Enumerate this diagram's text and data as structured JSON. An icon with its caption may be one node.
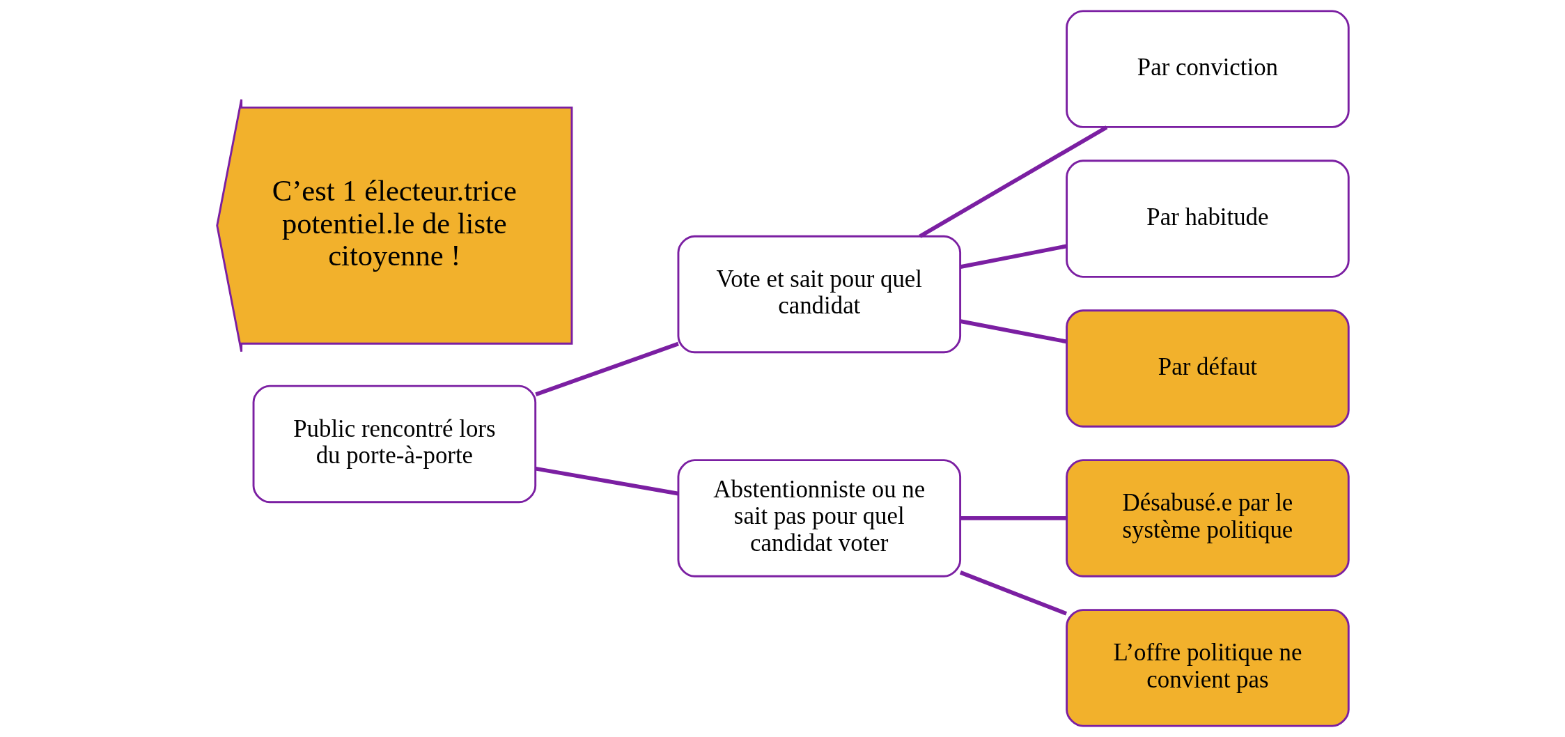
{
  "diagram": {
    "nodes": [
      {
        "text": [
          "Public rencontré lors du porte-à-porte"
        ]
      },
      {
        "text": [
          "Vote et sait pour quel candidat"
        ]
      },
      {
        "text": [
          "Abstentionniste ou ne sait pas pour quel candidat voter"
        ]
      },
      {
        "text": [
          "Par conviction"
        ]
      },
      {
        "text": [
          "Par habitude"
        ]
      },
      {
        "text": [
          "Par défaut"
        ]
      },
      {
        "text": [
          "Désabusé.e par le système politique"
        ]
      },
      {
        "text": [
          "L’offre politique ne convient pas"
        ]
      },
      {
        "text": [
          "C’est 1 électeur.trice potentiel.le de liste citoyenne !"
        ]
      }
    ],
    "edges": [
      {
        "from": 0,
        "to": 1,
        "arrow": "none"
      },
      {
        "from": 0,
        "to": 2,
        "arrow": "none"
      },
      {
        "from": 1,
        "to": 3,
        "arrow": "none"
      },
      {
        "from": 1,
        "to": 4,
        "arrow": "none"
      },
      {
        "from": 1,
        "to": 5,
        "arrow": "none"
      },
      {
        "from": 2,
        "to": 6,
        "arrow": "none"
      },
      {
        "from": 2,
        "to": 7,
        "arrow": "none"
      }
    ]
  }
}
